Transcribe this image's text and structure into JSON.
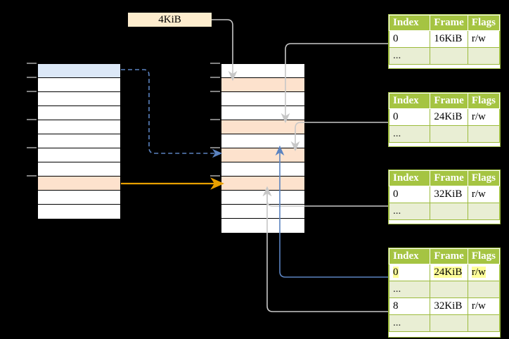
{
  "diagram": {
    "title_label": "4KiB",
    "page_tables": [
      {
        "name": "pml4-table",
        "headers": [
          "Index",
          "Frame",
          "Flags"
        ],
        "rows": [
          {
            "cells": [
              "0",
              "16KiB",
              "r/w"
            ],
            "kind": "data",
            "highlight": [
              false,
              false,
              false
            ]
          },
          {
            "cells": [
              "...",
              "",
              ""
            ],
            "kind": "dots",
            "highlight": [
              false,
              false,
              false
            ]
          }
        ]
      },
      {
        "name": "pdp-table",
        "headers": [
          "Index",
          "Frame",
          "Flags"
        ],
        "rows": [
          {
            "cells": [
              "0",
              "24KiB",
              "r/w"
            ],
            "kind": "data",
            "highlight": [
              false,
              false,
              false
            ]
          },
          {
            "cells": [
              "...",
              "",
              ""
            ],
            "kind": "dots",
            "highlight": [
              false,
              false,
              false
            ]
          }
        ]
      },
      {
        "name": "pd-table",
        "headers": [
          "Index",
          "Frame",
          "Flags"
        ],
        "rows": [
          {
            "cells": [
              "0",
              "32KiB",
              "r/w"
            ],
            "kind": "data",
            "highlight": [
              false,
              false,
              false
            ]
          },
          {
            "cells": [
              "...",
              "",
              ""
            ],
            "kind": "dots",
            "highlight": [
              false,
              false,
              false
            ]
          }
        ]
      },
      {
        "name": "pt-table",
        "headers": [
          "Index",
          "Frame",
          "Flags"
        ],
        "rows": [
          {
            "cells": [
              "0",
              "24KiB",
              "r/w"
            ],
            "kind": "data",
            "highlight": [
              true,
              true,
              true
            ]
          },
          {
            "cells": [
              "...",
              "",
              ""
            ],
            "kind": "dots",
            "highlight": [
              false,
              false,
              false
            ]
          },
          {
            "cells": [
              "8",
              "32KiB",
              "r/w"
            ],
            "kind": "data",
            "highlight": [
              false,
              false,
              false
            ]
          },
          {
            "cells": [
              "...",
              "",
              ""
            ],
            "kind": "dots",
            "highlight": [
              false,
              false,
              false
            ]
          }
        ]
      }
    ],
    "virtual_column": {
      "name": "virtual-address-space",
      "row_count": 11,
      "rows": [
        {
          "fill": "blue"
        },
        {
          "fill": "white"
        },
        {
          "fill": "white"
        },
        {
          "fill": "white"
        },
        {
          "fill": "white"
        },
        {
          "fill": "white"
        },
        {
          "fill": "white"
        },
        {
          "fill": "white"
        },
        {
          "fill": "peach"
        },
        {
          "fill": "white"
        },
        {
          "fill": "white"
        }
      ]
    },
    "physical_column": {
      "name": "physical-memory",
      "row_count": 12,
      "rows": [
        {
          "fill": "white"
        },
        {
          "fill": "peach"
        },
        {
          "fill": "white"
        },
        {
          "fill": "white"
        },
        {
          "fill": "peach"
        },
        {
          "fill": "white"
        },
        {
          "fill": "peach"
        },
        {
          "fill": "white"
        },
        {
          "fill": "peach"
        },
        {
          "fill": "white"
        },
        {
          "fill": "white"
        },
        {
          "fill": "white"
        }
      ]
    },
    "colors": {
      "header_green": "#a5c442",
      "dots_row": "#e9eed4",
      "peach": "#fde2cd",
      "blue_fill": "#dce8f7",
      "label_fill": "#fdeccd",
      "highlight_yellow": "#ffff99",
      "orange_arrow": "#e8a000",
      "blue_arrow": "#5b83c0",
      "grey_wire": "#c0c0c0"
    }
  }
}
